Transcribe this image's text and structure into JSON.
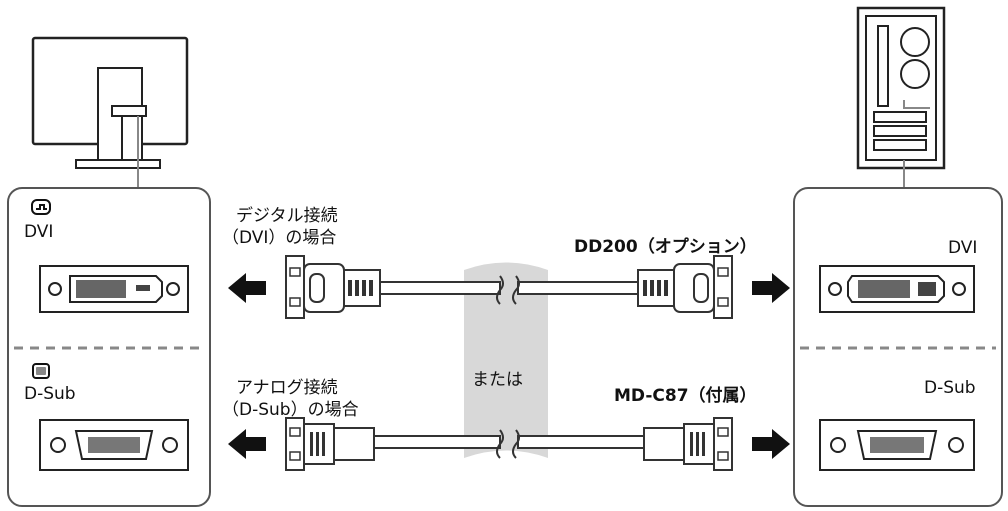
{
  "monitor_panel": {
    "dvi_label": "DVI",
    "dsub_label": "D-Sub"
  },
  "pc_panel": {
    "dvi_label": "DVI",
    "dsub_label": "D-Sub"
  },
  "digital": {
    "caption_line1": "デジタル接続",
    "caption_line2": "（DVI）の場合",
    "cable_name": "DD200（オプション）"
  },
  "analog": {
    "caption_line1": "アナログ接続",
    "caption_line2": "（D-Sub）の場合",
    "cable_name": "MD-C87（付属）"
  },
  "or_text": "または"
}
